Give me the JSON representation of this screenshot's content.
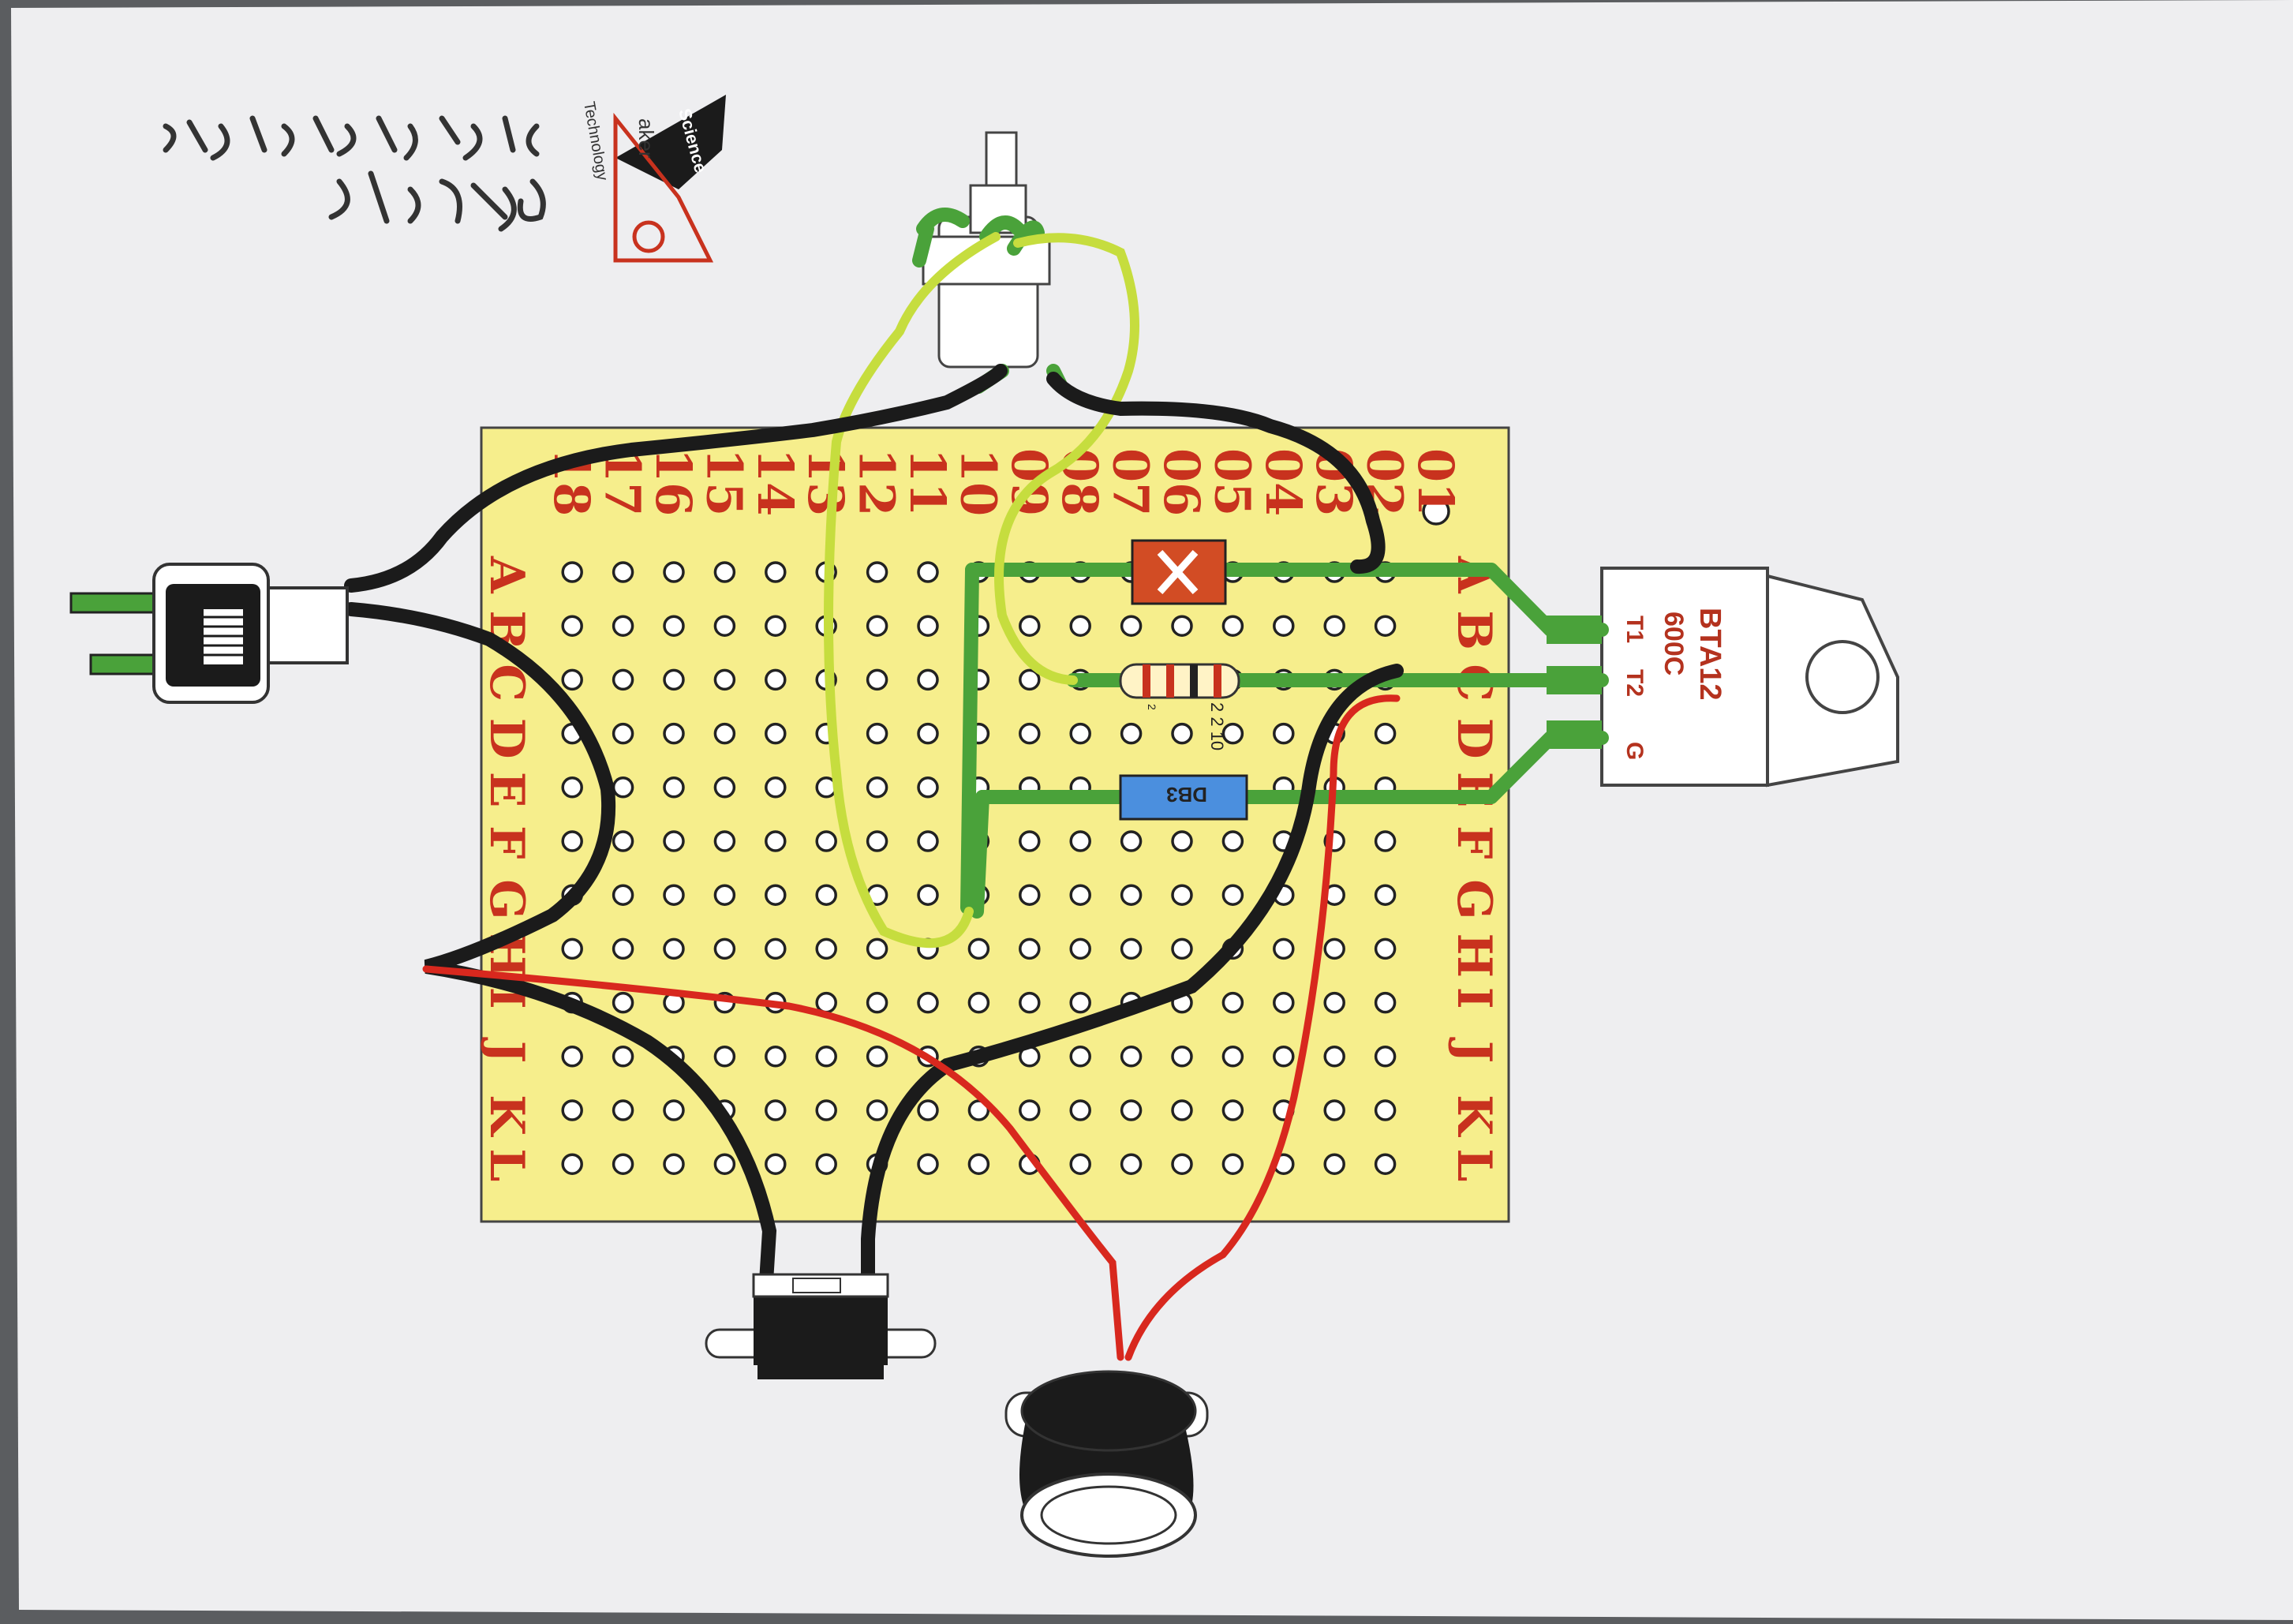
{
  "board": {
    "row_labels": [
      "01",
      "02",
      "03",
      "04",
      "05",
      "06",
      "07",
      "08",
      "09",
      "10",
      "11",
      "12",
      "13",
      "14",
      "15",
      "16",
      "17",
      "18"
    ],
    "column_labels": [
      "A",
      "B",
      "C",
      "D",
      "E",
      "F",
      "G",
      "H",
      "I",
      "J",
      "K",
      "L"
    ]
  },
  "triac": {
    "part": "BTA12",
    "rating": "600C",
    "pin_t1": "T1",
    "pin_t2": "T2",
    "pin_g": "G"
  },
  "resistor": {
    "code": "2 2 10",
    "exponent": "2"
  },
  "diac": {
    "label": "DB3"
  },
  "logo": {
    "text_1": "Science",
    "text_2": "Technology",
    "text_3": "aker"
  },
  "colors": {
    "board": "#f6ee8c",
    "label": "#c8321e",
    "wire_green": "#4aa23a",
    "wire_yellow_green": "#c6dd3e",
    "wire_black": "#1b1b1b",
    "wire_red": "#d8281e"
  }
}
